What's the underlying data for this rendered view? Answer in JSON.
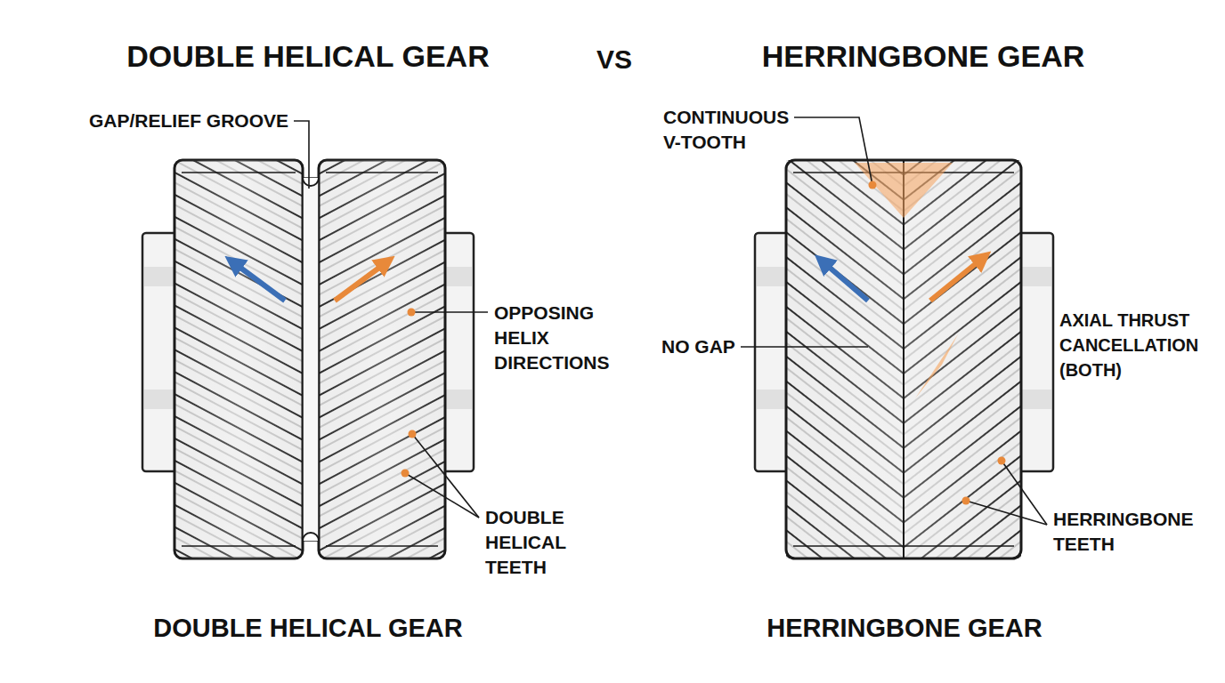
{
  "diagram": {
    "labels": [
      "DOUBLE HELICAL GEAR",
      "VS",
      "HERRINGBONE GEAR",
      "GAP/RELIEF GROOVE",
      "CONTINUOUS V-TOOTH",
      "OPPOSING HELIX DIRECTIONS",
      "NO GAP",
      "AXIAL THRUST CANCELLATION (BOTH)",
      "DOUBLE HELICAL TEETH",
      "HERRINGBONE TEETH",
      "DOUBLE HELICAL GEAR",
      "HERRINGBONE GEAR"
    ]
  }
}
